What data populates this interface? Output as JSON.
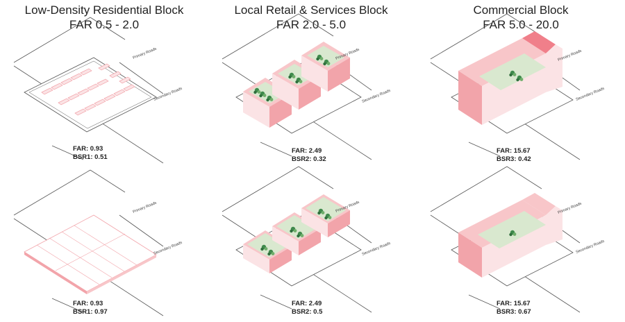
{
  "columns": [
    {
      "title": "Low-Density Residential Block",
      "far_range": "FAR 0.5 - 2.0"
    },
    {
      "title": "Local Retail & Services Block",
      "far_range": "FAR 2.0 - 5.0"
    },
    {
      "title": "Commercial Block",
      "far_range": "FAR 5.0 - 20.0"
    }
  ],
  "road_labels": {
    "primary": "Primary Roads",
    "secondary": "Secondary Roads"
  },
  "diagrams": [
    {
      "id": "res-1",
      "far": "FAR: 0.93",
      "bsr": "BSR1: 0.51"
    },
    {
      "id": "ret-1",
      "far": "FAR: 2.49",
      "bsr": "BSR2: 0.32"
    },
    {
      "id": "com-1",
      "far": "FAR: 15.67",
      "bsr": "BSR3: 0.42"
    },
    {
      "id": "res-2",
      "far": "FAR: 0.93",
      "bsr": "BSR1: 0.97"
    },
    {
      "id": "ret-2",
      "far": "FAR: 2.49",
      "bsr": "BSR2: 0.5"
    },
    {
      "id": "com-2",
      "far": "FAR: 15.67",
      "bsr": "BSR3: 0.67"
    }
  ],
  "colors": {
    "pink_top": "#f8c6c9",
    "pink_front": "#fbe3e5",
    "pink_side": "#f2a4aa",
    "deep_pink": "#f07f8a",
    "courtyard": "#d9e8cf",
    "tree": "#3f8a4c",
    "line": "#555555"
  }
}
